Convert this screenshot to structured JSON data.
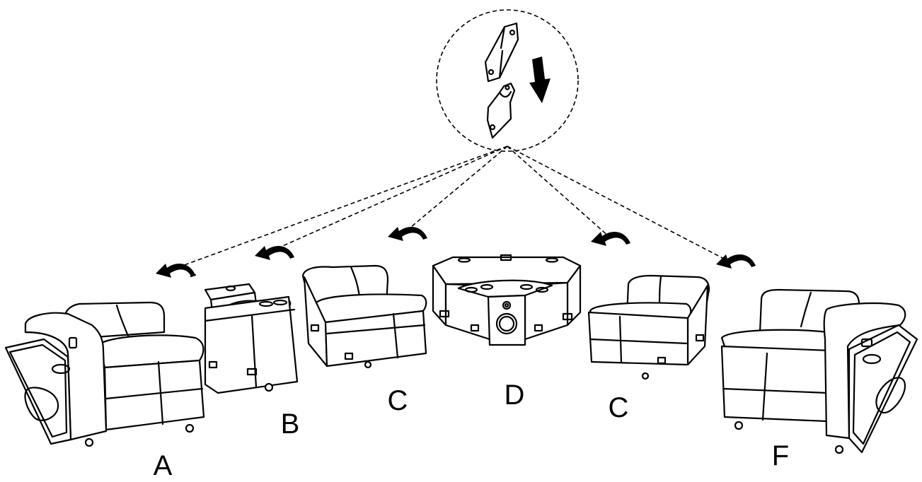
{
  "pieces": [
    {
      "label": "A",
      "name": "left-arm-recliner"
    },
    {
      "label": "B",
      "name": "console"
    },
    {
      "label": "C",
      "name": "armless-chair-left"
    },
    {
      "label": "D",
      "name": "corner-wedge-with-speaker"
    },
    {
      "label": "C",
      "name": "armless-chair-right"
    },
    {
      "label": "F",
      "name": "right-arm-recliner"
    }
  ],
  "detail": {
    "icon": "bracket-connector-icon",
    "arrow": "arrow-down-icon"
  },
  "colors": {
    "ink": "#000000",
    "paper": "#ffffff"
  }
}
